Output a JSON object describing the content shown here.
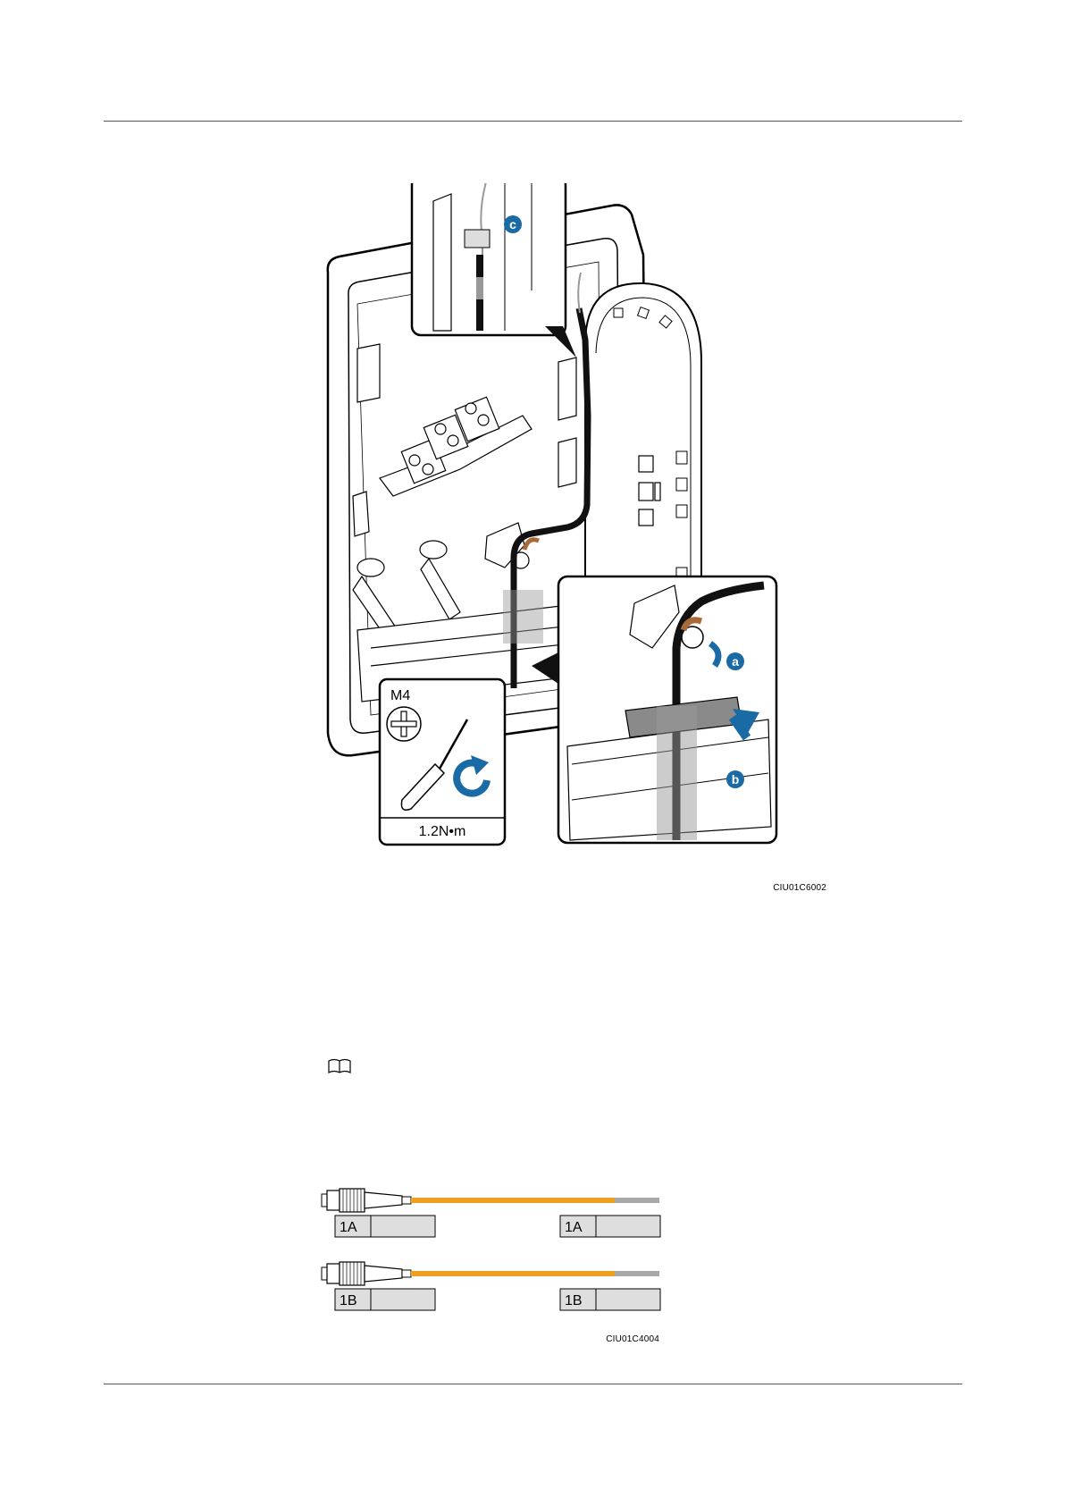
{
  "figure1": {
    "code": "CIU01C6002",
    "callouts": {
      "a": "a",
      "b": "b",
      "c": "c"
    },
    "screw_size": "M4",
    "torque": "1.2N•m",
    "icons": [
      "phillips-head-icon",
      "screwdriver-icon",
      "clockwise-rotation-icon"
    ],
    "colors": {
      "callout": "#1a6aa6",
      "cable": "#111111",
      "ground_wire": "#a86a36",
      "clamp": "#9a9a9a"
    }
  },
  "note": {
    "icon": "book-note-icon"
  },
  "figure2": {
    "code": "CIU01C4004",
    "cables": [
      {
        "label_left": "1A",
        "label_right": "1A"
      },
      {
        "label_left": "1B",
        "label_right": "1B"
      }
    ],
    "colors": {
      "fiber": "#f0a020",
      "fiber_end": "#a8a8a8",
      "label_fill": "#dedede"
    }
  }
}
